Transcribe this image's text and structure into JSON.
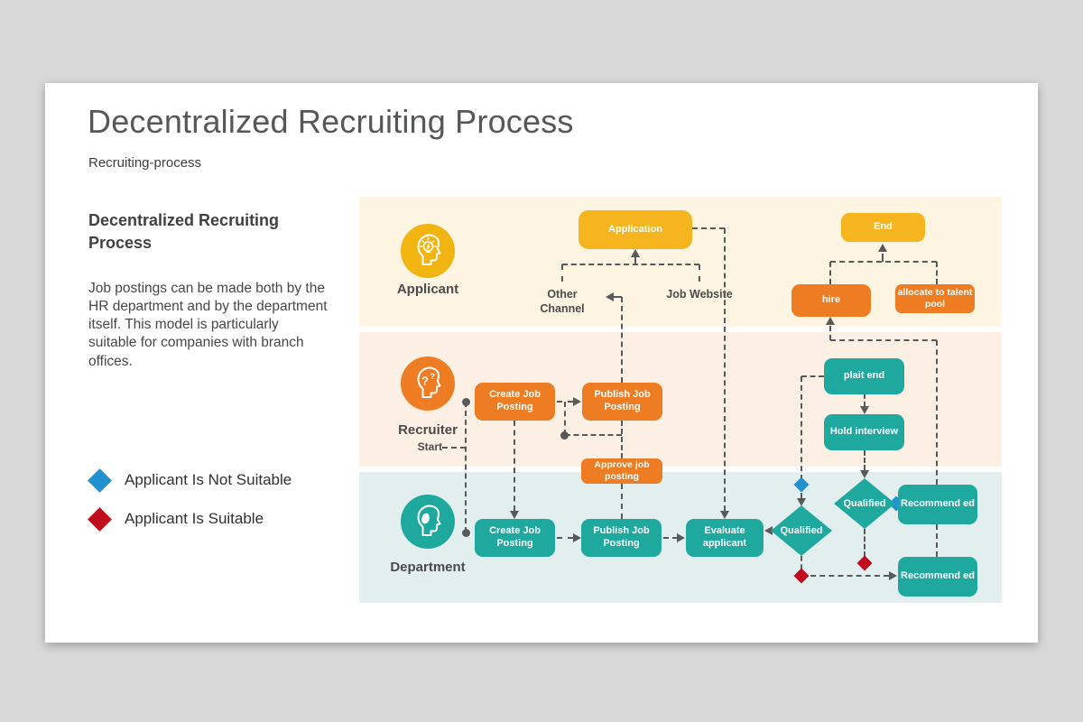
{
  "header": {
    "title": "Decentralized Recruiting Process",
    "subtitle": "Recruiting-process"
  },
  "left_panel": {
    "heading": "Decentralized Recruiting Process",
    "body": "Job postings can be made both by the HR department and by the department itself. This model is particularly suitable for companies with branch offices.",
    "legend": [
      {
        "label": "Applicant Is Not Suitable",
        "color": "#2191cf"
      },
      {
        "label": "Applicant Is Suitable",
        "color": "#c00d1d"
      }
    ]
  },
  "diagram": {
    "lanes": [
      {
        "label": "Applicant",
        "icon": "head-lightbulb-icon"
      },
      {
        "label": "Recruiter",
        "icon": "head-question-icon"
      },
      {
        "label": "Department",
        "icon": "head-profile-icon"
      }
    ],
    "labels": {
      "start": "Start",
      "other_channel": "Other Channel",
      "job_website": "Job Website"
    },
    "nodes": {
      "application": "Application",
      "end": "End",
      "hire": "hire",
      "allocate": "allocate to talent pool",
      "recruiter_create": "Create Job Posting",
      "recruiter_publish": "Publish Job Posting",
      "approve": "Approve job posting",
      "plait_end": "plait end",
      "hold_interview": "Hold interview",
      "dept_create": "Create Job Posting",
      "dept_publish": "Publish Job Posting",
      "evaluate": "Evaluate applicant",
      "qualified_1": "Qualified",
      "qualified_2": "Qualified",
      "recommended_1": "Recommend ed",
      "recommended_2": "Recommend ed"
    },
    "colors": {
      "yellow": "#f6b51e",
      "orange": "#ee7c23",
      "teal": "#1fa99e",
      "lane_applicant_bg": "#fdf5e2",
      "lane_recruiter_bg": "#fcefe3",
      "lane_department_bg": "#e2efee",
      "connector": "#58595b",
      "marker_blue": "#2191cf",
      "marker_red": "#c00d1d"
    }
  }
}
